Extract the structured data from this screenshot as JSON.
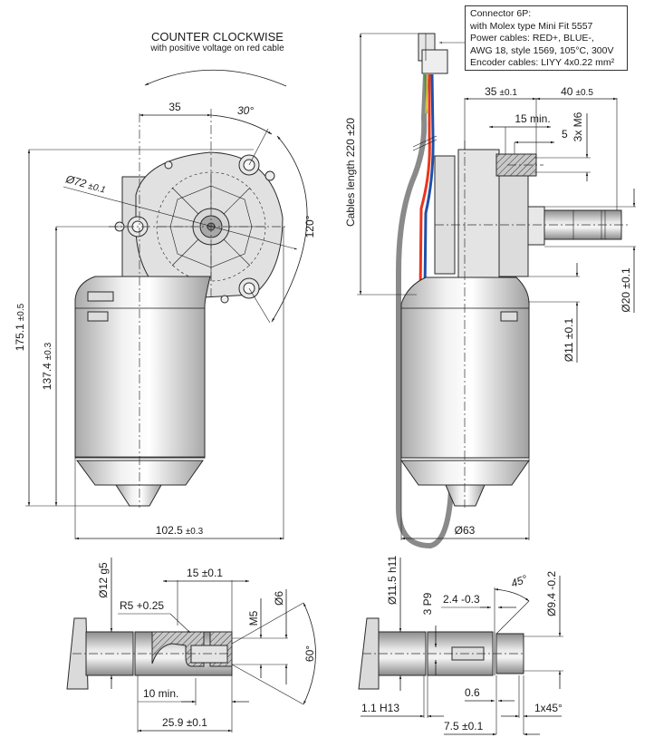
{
  "rotation": {
    "direction": "COUNTER CLOCKWISE",
    "note": "with positive voltage on red cable"
  },
  "connector_note": {
    "lines": [
      "Connector 6P:",
      "with Molex type Mini Fit 5557",
      "Power cables: RED+, BLUE-,",
      "AWG 18, style 1569, 105°C, 300V",
      "Encoder cables: LIYY 4x0.22 mm²"
    ]
  },
  "front_view": {
    "dims": {
      "offset_35": "35",
      "angle_30": "30°",
      "bolt_circle": "Ø72",
      "bolt_circle_tol": "±0.1",
      "angle_120": "120°",
      "overall_height": "175.1",
      "overall_height_tol": "±0.5",
      "axis_height": "137.4",
      "axis_height_tol": "±0.3",
      "overall_width": "102.5",
      "overall_width_tol": "±0.3"
    }
  },
  "side_view": {
    "dims": {
      "cables_length": "Cables length 220 ±20",
      "depth_35": "35",
      "depth_35_tol": "±0.1",
      "shaft_40": "40",
      "shaft_40_tol": "±0.5",
      "thread_depth": "15 min.",
      "thread_offset": "5",
      "thread": "3x M6",
      "hub_diameter": "Ø20 ±0.1",
      "shaft_diameter": "Ø11 ±0.1",
      "motor_diameter": "Ø63"
    },
    "cable_colors": {
      "red": "#e8351e",
      "blue": "#1f4fa8",
      "green": "#3a9a3a",
      "yellow": "#e0c020",
      "sheath": "#8a8a8a"
    }
  },
  "shaft_detail_a": {
    "dims": {
      "shaft_diameter": "Ø12 g5",
      "length_15": "15 ±0.1",
      "radius": "R5 +0.25",
      "thread": "M5",
      "hole": "Ø6",
      "angle": "60°",
      "min_depth": "10 min.",
      "length_25_9": "25.9 ±0.1"
    }
  },
  "shaft_detail_b": {
    "dims": {
      "shaft_diameter": "Ø11.5 h11",
      "key_width": "3 P9",
      "key_depth": "2.4 -0.3",
      "angle": "45°",
      "end_diameter": "Ø9.4 -0.2",
      "groove": "0.6",
      "ring_groove": "1.1 H13",
      "chamfer": "1x45°",
      "length_7_5": "7.5 ±0.1"
    }
  }
}
